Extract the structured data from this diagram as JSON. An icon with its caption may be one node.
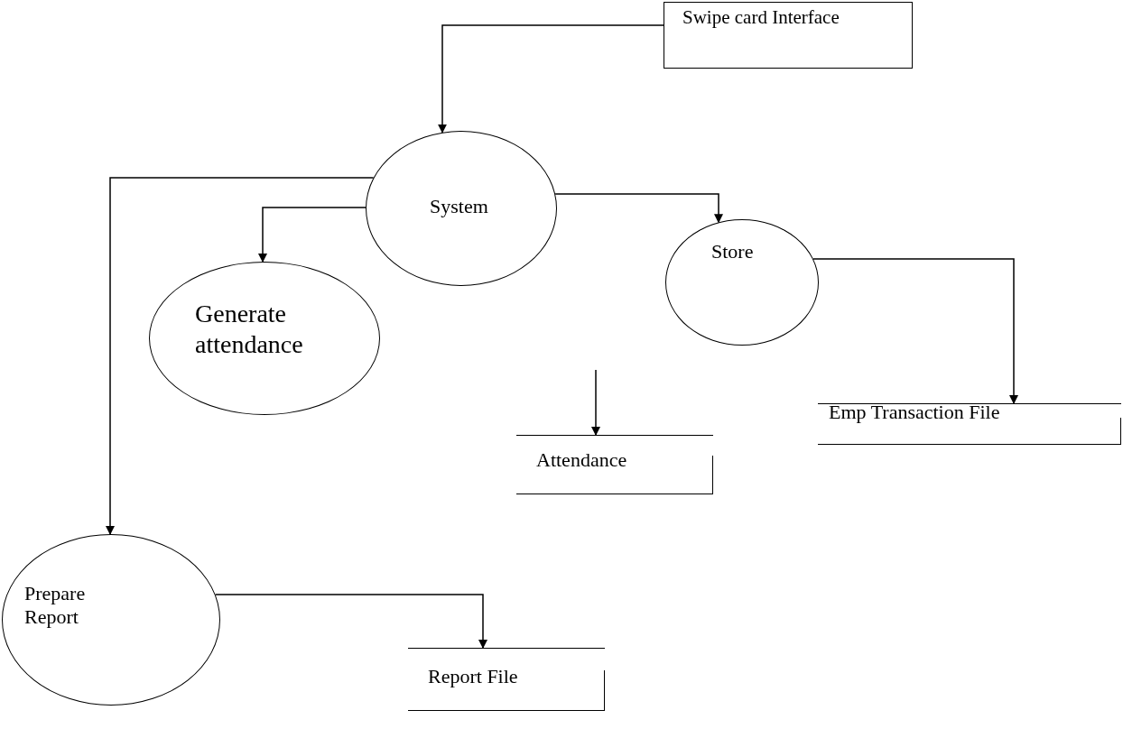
{
  "diagram": {
    "nodes": [
      {
        "text": [
          "Swipe card Interface"
        ]
      },
      {
        "text": [
          "System"
        ]
      },
      {
        "text": [
          "Generate attendance"
        ]
      },
      {
        "text": [
          "Store"
        ]
      },
      {
        "text": [
          "Emp Transaction  File"
        ]
      },
      {
        "text": [
          "Attendance"
        ]
      },
      {
        "text": [
          "Prepare Report"
        ]
      },
      {
        "text": [
          "Report File"
        ]
      }
    ],
    "edges": [
      {
        "from": 0,
        "to": 1,
        "arrow": "to"
      },
      {
        "from": 1,
        "to": 6,
        "arrow": "to"
      },
      {
        "from": 1,
        "to": 2,
        "arrow": "to"
      },
      {
        "from": 1,
        "to": 3,
        "arrow": "to"
      },
      {
        "from": 3,
        "to": 4,
        "arrow": "to"
      },
      {
        "from": null,
        "to": 5,
        "arrow": "to"
      },
      {
        "from": 6,
        "to": 7,
        "arrow": "to"
      }
    ]
  }
}
